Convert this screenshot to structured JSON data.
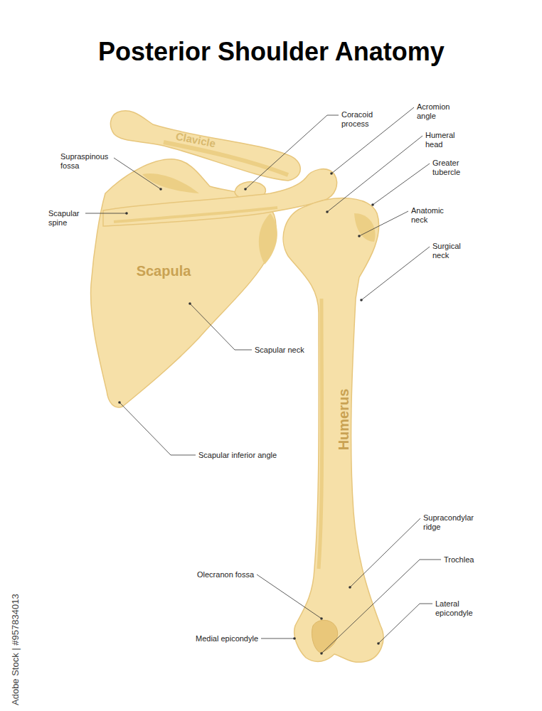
{
  "diagram": {
    "title": "Posterior Shoulder Anatomy",
    "labels": [
      "Clavicle",
      "Scapula",
      "Humerus",
      "Supraspinous fossa",
      "Scapular spine",
      "Coracoid process",
      "Acromion angle",
      "Humeral head",
      "Greater tubercle",
      "Anatomic neck",
      "Surgical neck",
      "Scapular neck",
      "Scapular inferior angle",
      "Supracondylar ridge",
      "Trochlea",
      "Olecranon fossa",
      "Lateral epicondyle",
      "Medial epicondyle",
      "Adobe Stock | #957834013"
    ]
  }
}
